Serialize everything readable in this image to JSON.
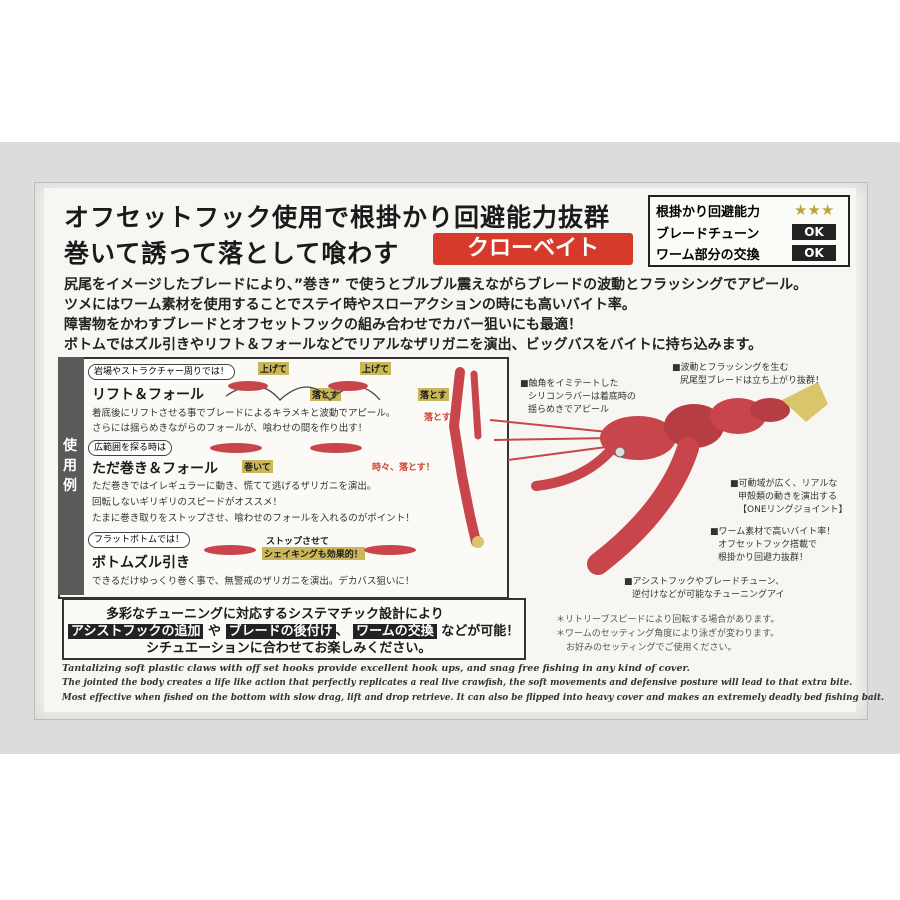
{
  "headline_1": "オフセットフック使用で根掛かり回避能力抜群",
  "headline_2": "巻いて誘って落として喰わす",
  "badge": "クローベイト",
  "specs": {
    "row1_label": "根掛かり回避能力",
    "row1_stars": "★★★",
    "row2_label": "ブレードチューン",
    "row2_value": "OK",
    "row3_label": "ワーム部分の交換",
    "row3_value": "OK"
  },
  "description": [
    "尻尾をイメージしたブレードにより、”巻き” で使うとブルブル震えながらブレードの波動とフラッシングでアピール。",
    "ツメにはワーム素材を使用することでステイ時やスローアクションの時にも高いバイト率。",
    "障害物をかわすブレードとオフセットフックの組み合わせでカバー狙いにも最適！",
    "ボトムではズル引きやリフト＆フォールなどでリアルなザリガニを演出、ビッグバスをバイトに持ち込みます。"
  ],
  "usage": {
    "tab": "使用例",
    "s1_tag": "岩場やストラクチャー周りでは！",
    "s1_title": "リフト＆フォール",
    "s1_text1": "着底後にリフトさせる事でブレードによるキラメキと波動でアピール。",
    "s1_text2": "さらには揺らめきながらのフォールが、喰わせの間を作り出す！",
    "s1_up1": "上げて",
    "s1_down1": "落とす",
    "s1_up2": "上げて",
    "s1_down2": "落とす",
    "s1_down3": "落とす！",
    "s2_tag": "広範囲を探る時は",
    "s2_title": "ただ巻き＆フォール",
    "s2_text1": "ただ巻きではイレギュラーに動き、慌てて逃げるザリガニを演出。",
    "s2_text2": "回転しないギリギリのスピードがオススメ！",
    "s2_text3": "たまに巻き取りをストップさせ、喰わせのフォールを入れるのがポイント！",
    "s2_roll": "巻いて",
    "s2_drop": "時々、落とす！",
    "s3_tag": "フラットボトムでは！",
    "s3_title": "ボトムズル引き",
    "s3_text": "できるだけゆっくり巻く事で、無警戒のザリガニを演出。デカバス狙いに！",
    "s3_callout1": "ストップさせて",
    "s3_callout2": "シェイキングも効果的！"
  },
  "tuning": {
    "line1": "多彩なチューニングに対応するシステマチック設計により",
    "chip1": "アシストフックの追加",
    "ya": "や",
    "chip2": "ブレードの後付け",
    "comma": "、",
    "chip3": "ワームの交換",
    "tail": "などが可能！",
    "line3": "シチュエーションに合わせてお楽しみください。"
  },
  "annotations": {
    "a1": "■触角をイミテートした",
    "a1b": "シリコンラバーは着底時の",
    "a1c": "揺らめきでアピール",
    "a2": "■波動とフラッシングを生む",
    "a2b": "尻尾型ブレードは立ち上がり抜群！",
    "a3": "■可動域が広く、リアルな",
    "a3b": "甲殻類の動きを演出する",
    "a3c": "【ONEリングジョイント】",
    "a4": "■ワーム素材で高いバイト率！",
    "a4b": "オフセットフック搭載で",
    "a4c": "根掛かり回避力抜群！",
    "a5": "■アシストフックやブレードチューン、",
    "a5b": "逆付けなどが可能なチューニングアイ"
  },
  "notes": [
    "＊リトリーブスピードにより回転する場合があります。",
    "＊ワームのセッティング角度により泳ぎが変わります。",
    "お好みのセッティングでご使用ください。"
  ],
  "english": [
    "Tantalizing soft plastic claws with off set hooks provide excellent hook ups, and snag free fishing in any kind of cover.",
    "The jointed the body creates a life like action that perfectly replicates a real live crawfish, the soft movements and defensive posture will lead to that extra bite.",
    "Most effective when fished on the bottom with slow drag, lift and drop retrieve. It can also be flipped into heavy cover and makes an extremely deadly bed fishing bait."
  ],
  "colors": {
    "accent": "#d63a2a",
    "lure_body": "#c8454c",
    "blade": "#d9c66a"
  }
}
